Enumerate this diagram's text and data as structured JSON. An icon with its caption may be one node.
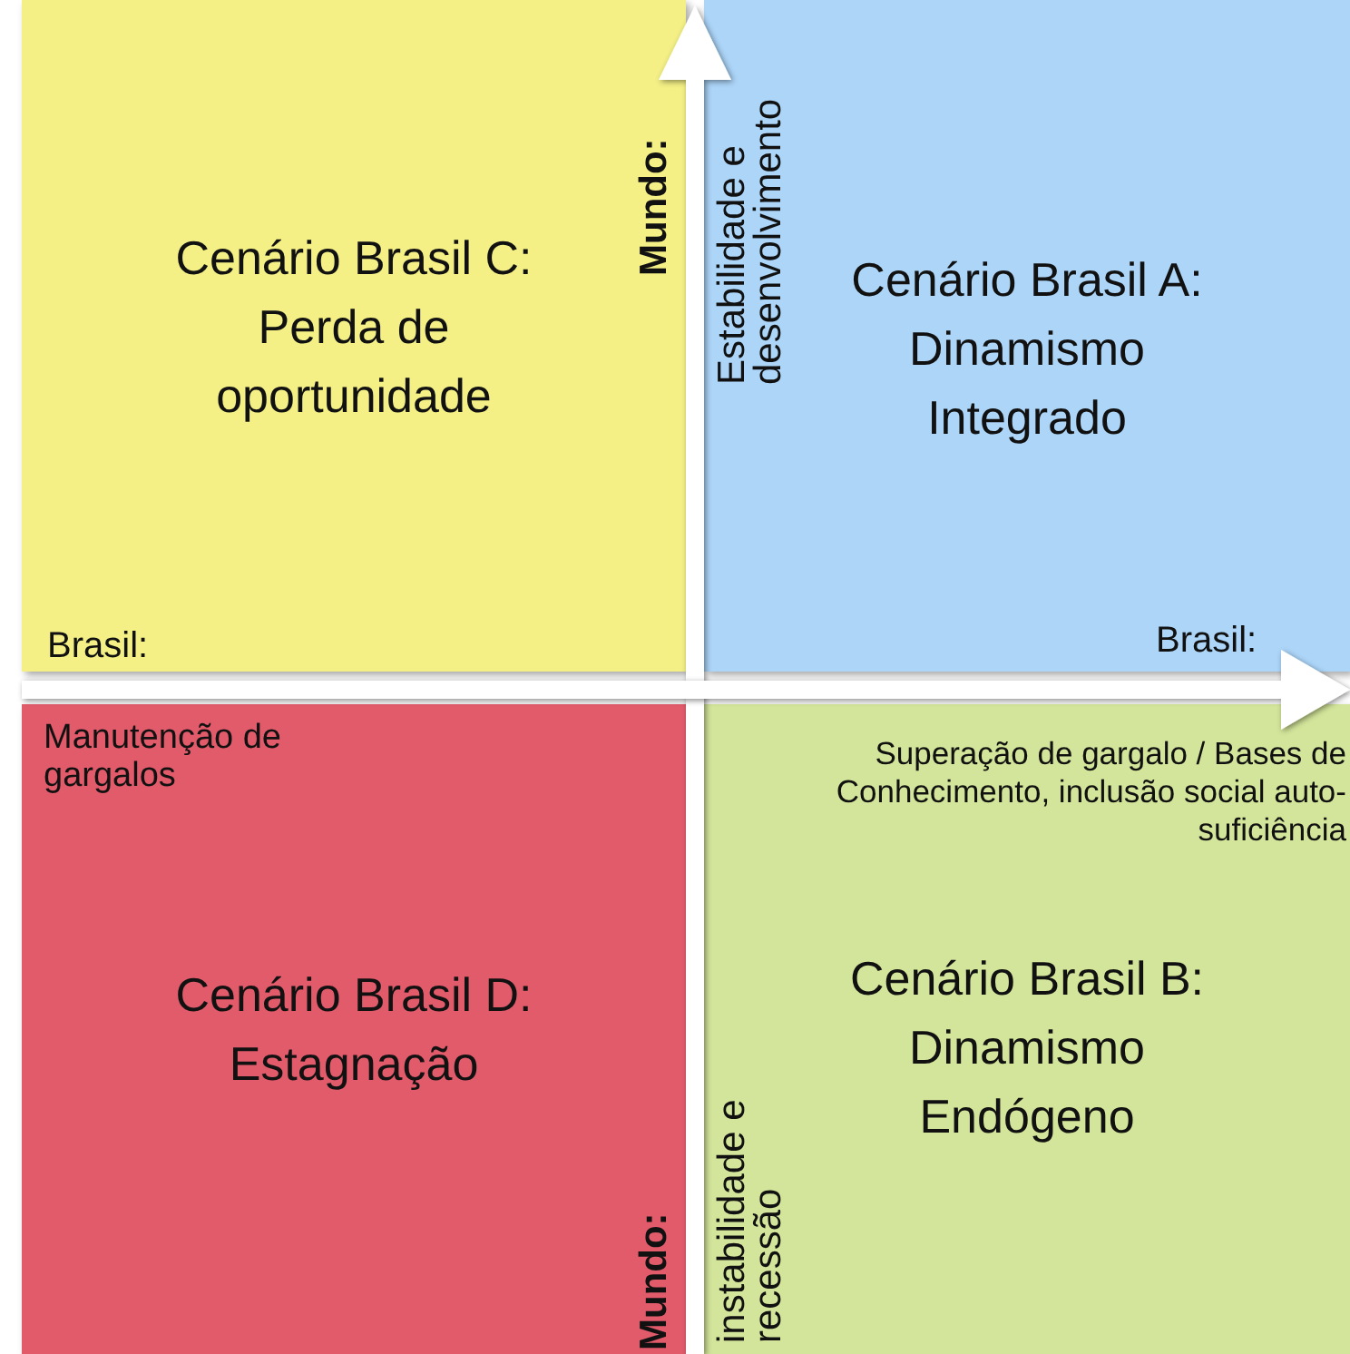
{
  "diagram": {
    "nodes": [
      {
        "text": [
          "Cenário Brasil C: Perda de oportunidade"
        ]
      },
      {
        "text": [
          "Cenário Brasil A: Dinamismo Integrado"
        ]
      },
      {
        "text": [
          "Cenário Brasil D: Estagnação"
        ]
      },
      {
        "text": [
          "Cenário Brasil B: Dinamismo Endógeno"
        ]
      }
    ],
    "edges": [],
    "labels": [
      "Mundo:",
      "Estabilidade e desenvolvimento",
      "Brasil:",
      "Brasil:",
      "Manutenção de gargalos",
      "Superação de gargalo / Bases de Conhecimento, inclusão social auto-suficiência",
      "Mundo:",
      "instabilidade e recessão"
    ]
  }
}
